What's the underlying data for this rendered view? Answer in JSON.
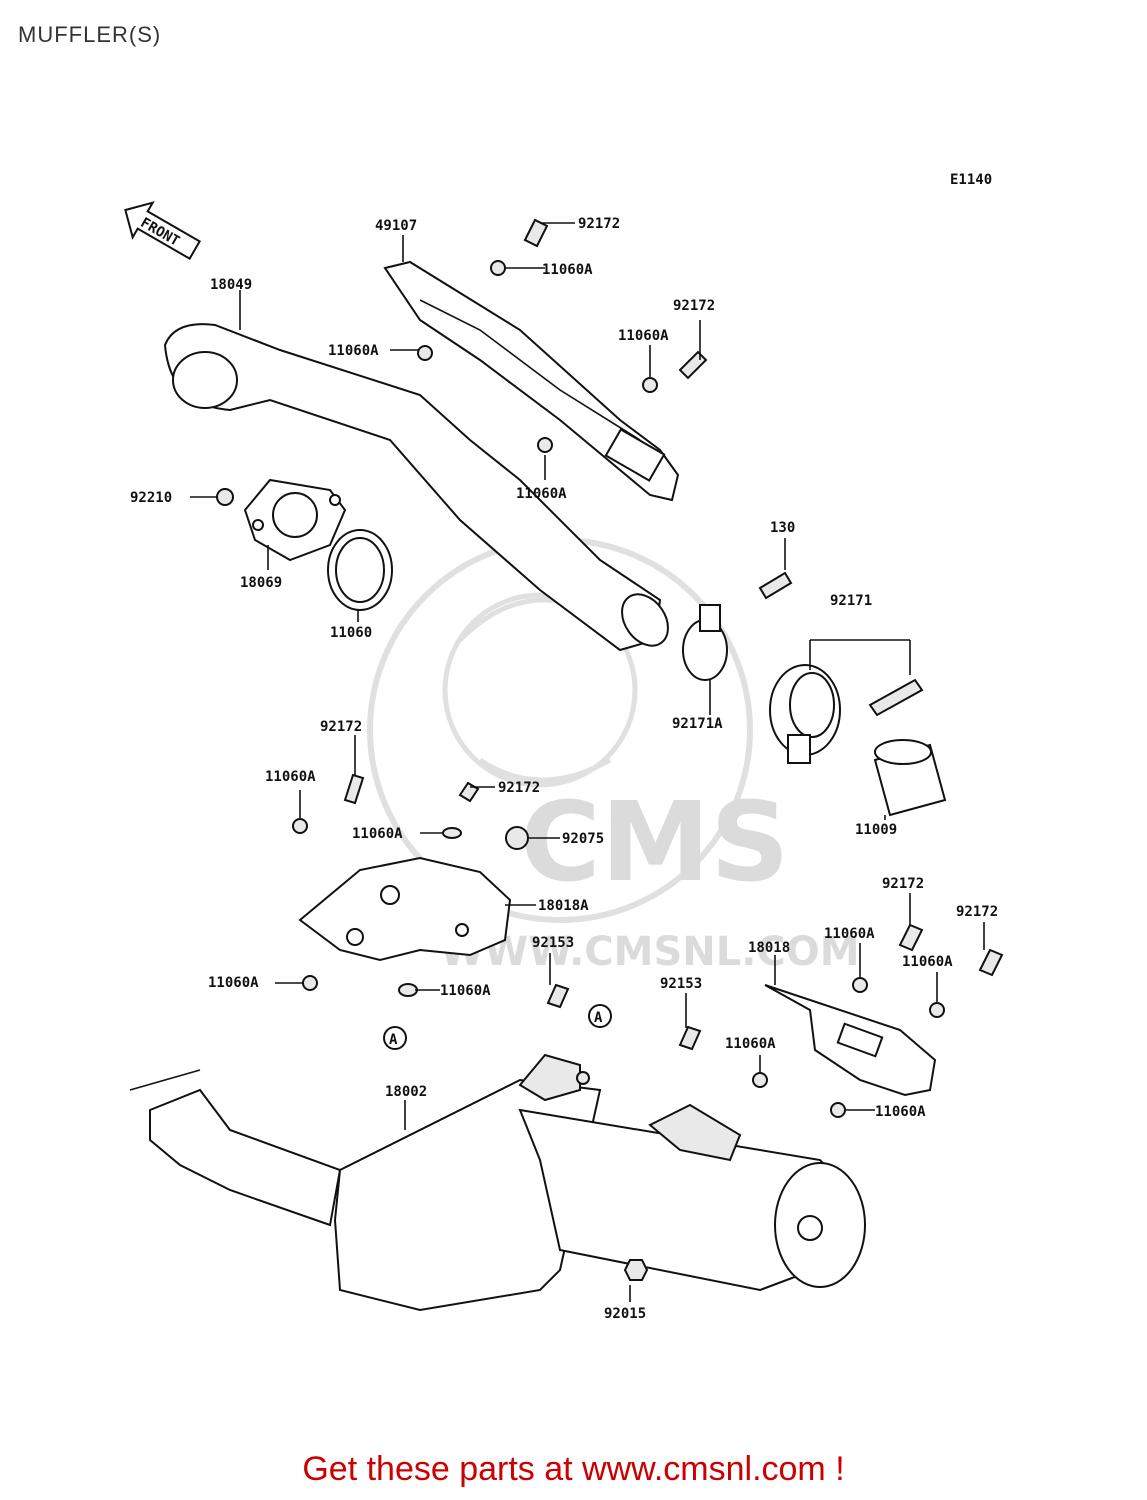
{
  "page": {
    "title": "MUFFLER(S)"
  },
  "diagram": {
    "code": "E1140",
    "front_arrow_label": "FRONT",
    "callout_marker": "A",
    "part_labels": [
      {
        "id": "l1",
        "text": "49107"
      },
      {
        "id": "l2",
        "text": "92172"
      },
      {
        "id": "l3",
        "text": "11060A"
      },
      {
        "id": "l4",
        "text": "18049"
      },
      {
        "id": "l5",
        "text": "92172"
      },
      {
        "id": "l6",
        "text": "11060A"
      },
      {
        "id": "l7",
        "text": "11060A"
      },
      {
        "id": "l8",
        "text": "11060A"
      },
      {
        "id": "l9",
        "text": "92210"
      },
      {
        "id": "l10",
        "text": "18069"
      },
      {
        "id": "l11",
        "text": "11060"
      },
      {
        "id": "l12",
        "text": "130"
      },
      {
        "id": "l13",
        "text": "92171"
      },
      {
        "id": "l14",
        "text": "92171A"
      },
      {
        "id": "l15",
        "text": "11009"
      },
      {
        "id": "l16",
        "text": "92172"
      },
      {
        "id": "l17",
        "text": "11060A"
      },
      {
        "id": "l18",
        "text": "92172"
      },
      {
        "id": "l19",
        "text": "11060A"
      },
      {
        "id": "l20",
        "text": "92075"
      },
      {
        "id": "l21",
        "text": "18018A"
      },
      {
        "id": "l22",
        "text": "11060A"
      },
      {
        "id": "l23",
        "text": "11060A"
      },
      {
        "id": "l24",
        "text": "92153"
      },
      {
        "id": "l25",
        "text": "92153"
      },
      {
        "id": "l26",
        "text": "18018"
      },
      {
        "id": "l27",
        "text": "92172"
      },
      {
        "id": "l28",
        "text": "11060A"
      },
      {
        "id": "l29",
        "text": "92172"
      },
      {
        "id": "l30",
        "text": "11060A"
      },
      {
        "id": "l31",
        "text": "11060A"
      },
      {
        "id": "l32",
        "text": "11060A"
      },
      {
        "id": "l33",
        "text": "18002"
      },
      {
        "id": "l34",
        "text": "92015"
      }
    ]
  },
  "watermark": {
    "brand": "CMS",
    "url": "WWW.CMSNL.COM"
  },
  "footer": {
    "promo_text": "Get these parts at www.cmsnl.com !"
  }
}
